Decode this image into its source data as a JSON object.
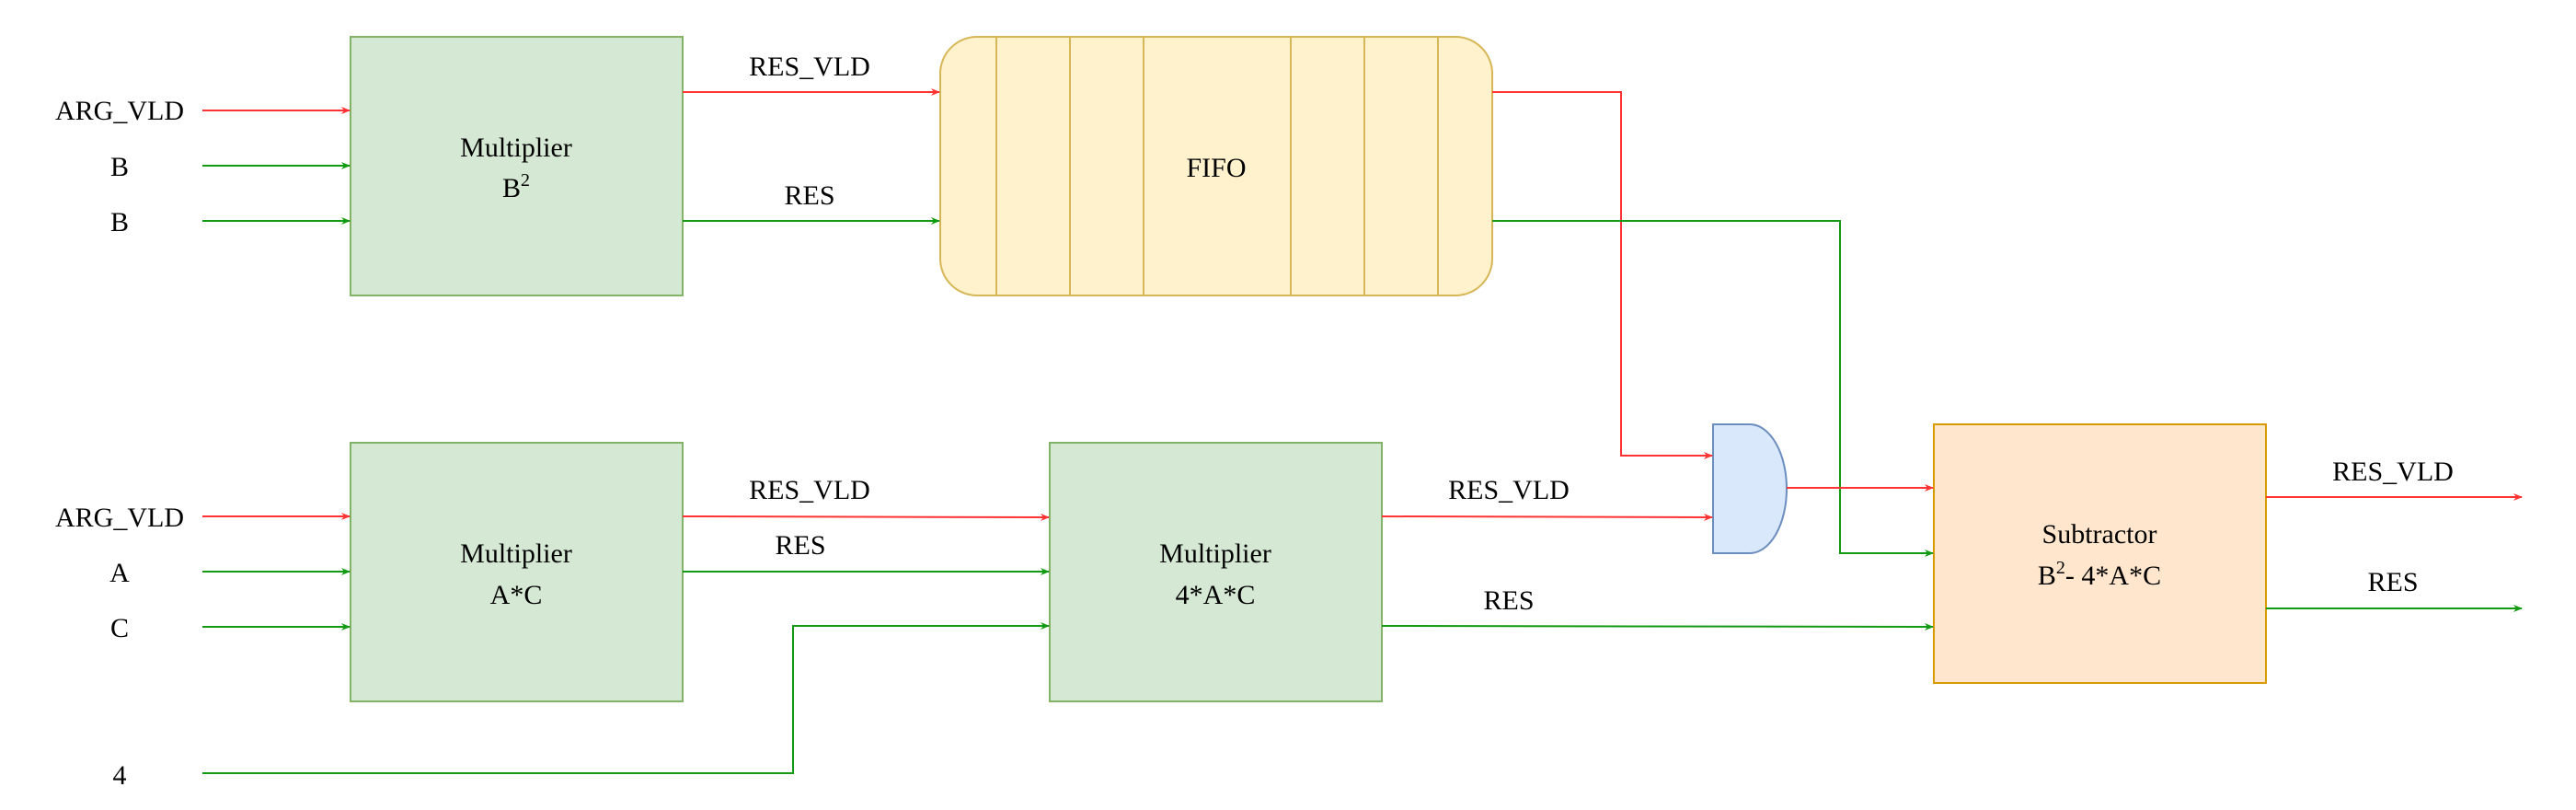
{
  "colors": {
    "valid_wire": "#ff3333",
    "data_wire": "#129a12",
    "mult_fill": "#d5e8d4",
    "mult_stroke": "#82b366",
    "fifo_fill": "#fff2cc",
    "fifo_stroke": "#d6b656",
    "gate_fill": "#dae8fc",
    "gate_stroke": "#6c8ebf",
    "sub_fill": "#ffe6cc",
    "sub_stroke": "#d79b00"
  },
  "inputs": {
    "top_vld": "ARG_VLD",
    "top_b1": "B",
    "top_b2": "B",
    "bot_vld": "ARG_VLD",
    "bot_a": "A",
    "bot_c": "C",
    "four": "4"
  },
  "blocks": {
    "mult_b2": {
      "line1": "Multiplier",
      "line2_base": "B",
      "line2_sup": "2"
    },
    "fifo": {
      "label": "FIFO"
    },
    "mult_ac": {
      "line1": "Multiplier",
      "line2": "A*C"
    },
    "mult_4ac": {
      "line1": "Multiplier",
      "line2": "4*A*C"
    },
    "and_gate": {},
    "subtractor": {
      "line1": "Subtractor",
      "line2_base": "B",
      "line2_sup": "2",
      "line2_rest": "- 4*A*C"
    }
  },
  "wires": {
    "mb2_vld": "RES_VLD",
    "mb2_res": "RES",
    "mac_vld": "RES_VLD",
    "mac_res": "RES",
    "m4ac_vld": "RES_VLD",
    "m4ac_res": "RES",
    "out_vld": "RES_VLD",
    "out_res": "RES"
  }
}
